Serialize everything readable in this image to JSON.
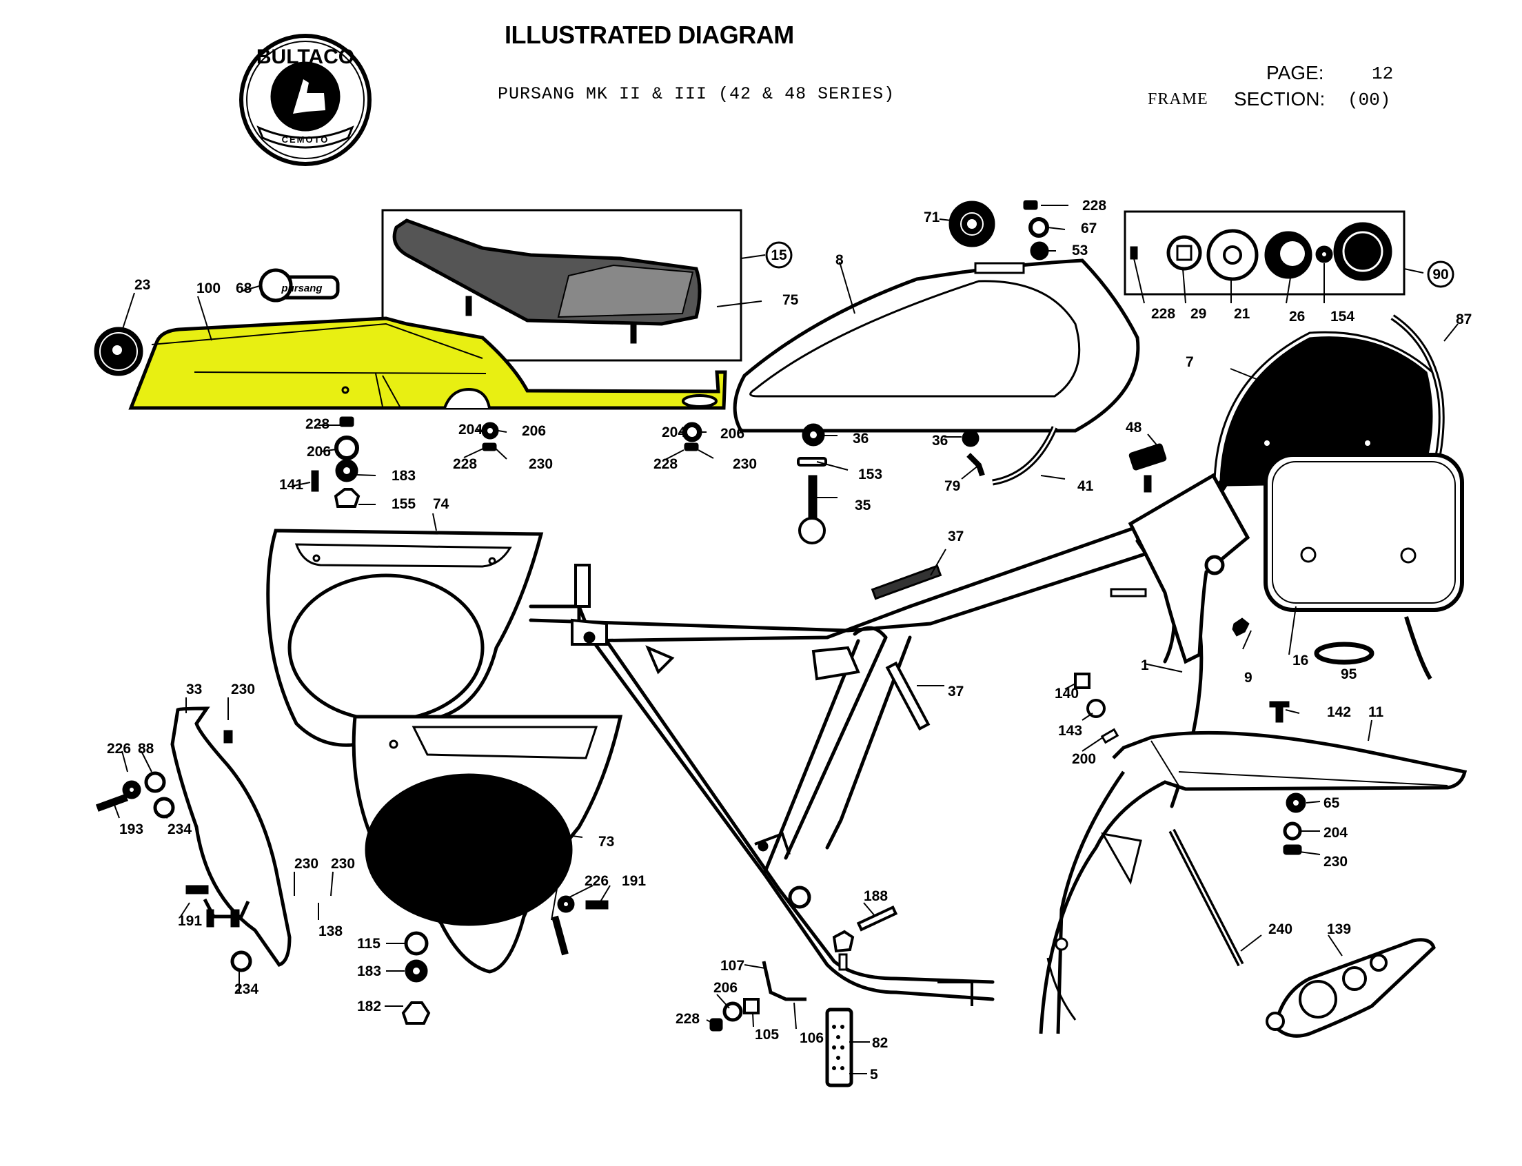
{
  "header": {
    "title": "ILLUSTRATED DIAGRAM",
    "subtitle": "PURSANG MK II & III (42 & 48 SERIES)",
    "page_label": "PAGE:",
    "page_value": "12",
    "frame_label": "FRAME",
    "section_label": "SECTION:",
    "section_value": "(00)"
  },
  "logo": {
    "brand": "BULTACO",
    "banner": "CEMOTO"
  },
  "highlight_color": "#e8ef12",
  "highlighted_part": "100",
  "callouts": {
    "seat_assembly": "15",
    "tank_cap_assembly": "90"
  },
  "parts": [
    {
      "id": "p23",
      "number": "23",
      "name": "badge"
    },
    {
      "id": "p100",
      "number": "100",
      "name": "rear fender / seat base (highlighted)"
    },
    {
      "id": "p68",
      "number": "68",
      "name": "pursang emblem"
    },
    {
      "id": "p75",
      "number": "75",
      "name": "seat"
    },
    {
      "id": "p8",
      "number": "8",
      "name": "fuel tank"
    },
    {
      "id": "p71",
      "number": "71",
      "name": "tank badge"
    },
    {
      "id": "p228a",
      "number": "228",
      "name": "nut"
    },
    {
      "id": "p67",
      "number": "67",
      "name": "washer"
    },
    {
      "id": "p53",
      "number": "53",
      "name": "washer"
    },
    {
      "id": "p228b",
      "number": "228",
      "name": "clip"
    },
    {
      "id": "p29",
      "number": "29",
      "name": "cap base"
    },
    {
      "id": "p21",
      "number": "21",
      "name": "cap disc"
    },
    {
      "id": "p26",
      "number": "26",
      "name": "gasket"
    },
    {
      "id": "p154",
      "number": "154",
      "name": "washer"
    },
    {
      "id": "p87",
      "number": "87",
      "name": "number plate trim"
    },
    {
      "id": "p7",
      "number": "7",
      "name": "number plate"
    },
    {
      "id": "p228c",
      "number": "228",
      "name": "nut"
    },
    {
      "id": "p206a",
      "number": "206",
      "name": "washer"
    },
    {
      "id": "p183a",
      "number": "183",
      "name": "grommet"
    },
    {
      "id": "p141",
      "number": "141",
      "name": "bolt"
    },
    {
      "id": "p155",
      "number": "155",
      "name": "screw"
    },
    {
      "id": "p204a",
      "number": "204",
      "name": "washer"
    },
    {
      "id": "p206b",
      "number": "206",
      "name": "washer"
    },
    {
      "id": "p228d",
      "number": "228",
      "name": "nut"
    },
    {
      "id": "p230a",
      "number": "230",
      "name": "nut"
    },
    {
      "id": "p204b",
      "number": "204",
      "name": "washer"
    },
    {
      "id": "p206c",
      "number": "206",
      "name": "washer"
    },
    {
      "id": "p228e",
      "number": "228",
      "name": "nut"
    },
    {
      "id": "p230b",
      "number": "230",
      "name": "nut"
    },
    {
      "id": "p36a",
      "number": "36",
      "name": "rubber"
    },
    {
      "id": "p153",
      "number": "153",
      "name": "strap"
    },
    {
      "id": "p35",
      "number": "35",
      "name": "fuel tap"
    },
    {
      "id": "p36b",
      "number": "36",
      "name": "rubber"
    },
    {
      "id": "p79",
      "number": "79",
      "name": "fitting"
    },
    {
      "id": "p41",
      "number": "41",
      "name": "fuel line"
    },
    {
      "id": "p48",
      "number": "48",
      "name": "rubber block"
    },
    {
      "id": "p74",
      "number": "74",
      "name": "side panel"
    },
    {
      "id": "p37a",
      "number": "37",
      "name": "rubber strip"
    },
    {
      "id": "p37b",
      "number": "37",
      "name": "tube"
    },
    {
      "id": "p1",
      "number": "1",
      "name": "frame"
    },
    {
      "id": "p16",
      "number": "16",
      "name": "number plate"
    },
    {
      "id": "p9",
      "number": "9",
      "name": "wing nut"
    },
    {
      "id": "p95",
      "number": "95",
      "name": "ring"
    },
    {
      "id": "p140",
      "number": "140",
      "name": "nut"
    },
    {
      "id": "p143",
      "number": "143",
      "name": "washer"
    },
    {
      "id": "p200",
      "number": "200",
      "name": "bolt"
    },
    {
      "id": "p142",
      "number": "142",
      "name": "screw"
    },
    {
      "id": "p11",
      "number": "11",
      "name": "front fender"
    },
    {
      "id": "p65",
      "number": "65",
      "name": "grommet"
    },
    {
      "id": "p204c",
      "number": "204",
      "name": "washer"
    },
    {
      "id": "p230c",
      "number": "230",
      "name": "nut"
    },
    {
      "id": "p33",
      "number": "33",
      "name": "chain guard"
    },
    {
      "id": "p230d",
      "number": "230",
      "name": "nut"
    },
    {
      "id": "p226a",
      "number": "226",
      "name": "washer"
    },
    {
      "id": "p88",
      "number": "88",
      "name": "washer"
    },
    {
      "id": "p193",
      "number": "193",
      "name": "bolt"
    },
    {
      "id": "p234a",
      "number": "234",
      "name": "knob"
    },
    {
      "id": "p73",
      "number": "73",
      "name": "side panel"
    },
    {
      "id": "p230e",
      "number": "230",
      "name": "nut"
    },
    {
      "id": "p230f",
      "number": "230",
      "name": "nut"
    },
    {
      "id": "p191a",
      "number": "191",
      "name": "bolt"
    },
    {
      "id": "p138",
      "number": "138",
      "name": "bracket"
    },
    {
      "id": "p234b",
      "number": "234",
      "name": "knob"
    },
    {
      "id": "p226b",
      "number": "226",
      "name": "washer"
    },
    {
      "id": "p191b",
      "number": "191",
      "name": "bolt"
    },
    {
      "id": "p115",
      "number": "115",
      "name": "washer"
    },
    {
      "id": "p183b",
      "number": "183",
      "name": "grommet"
    },
    {
      "id": "p182",
      "number": "182",
      "name": "screw"
    },
    {
      "id": "p188",
      "number": "188",
      "name": "bolt"
    },
    {
      "id": "p107",
      "number": "107",
      "name": "spring"
    },
    {
      "id": "p206d",
      "number": "206",
      "name": "washer"
    },
    {
      "id": "p228f",
      "number": "228",
      "name": "nut"
    },
    {
      "id": "p105",
      "number": "105",
      "name": "pin"
    },
    {
      "id": "p106",
      "number": "106",
      "name": "footrest arm"
    },
    {
      "id": "p82",
      "number": "82",
      "name": "footrest rubber"
    },
    {
      "id": "p5",
      "number": "5",
      "name": "footrest"
    },
    {
      "id": "p240",
      "number": "240",
      "name": "stud"
    },
    {
      "id": "p139",
      "number": "139",
      "name": "plate"
    }
  ]
}
